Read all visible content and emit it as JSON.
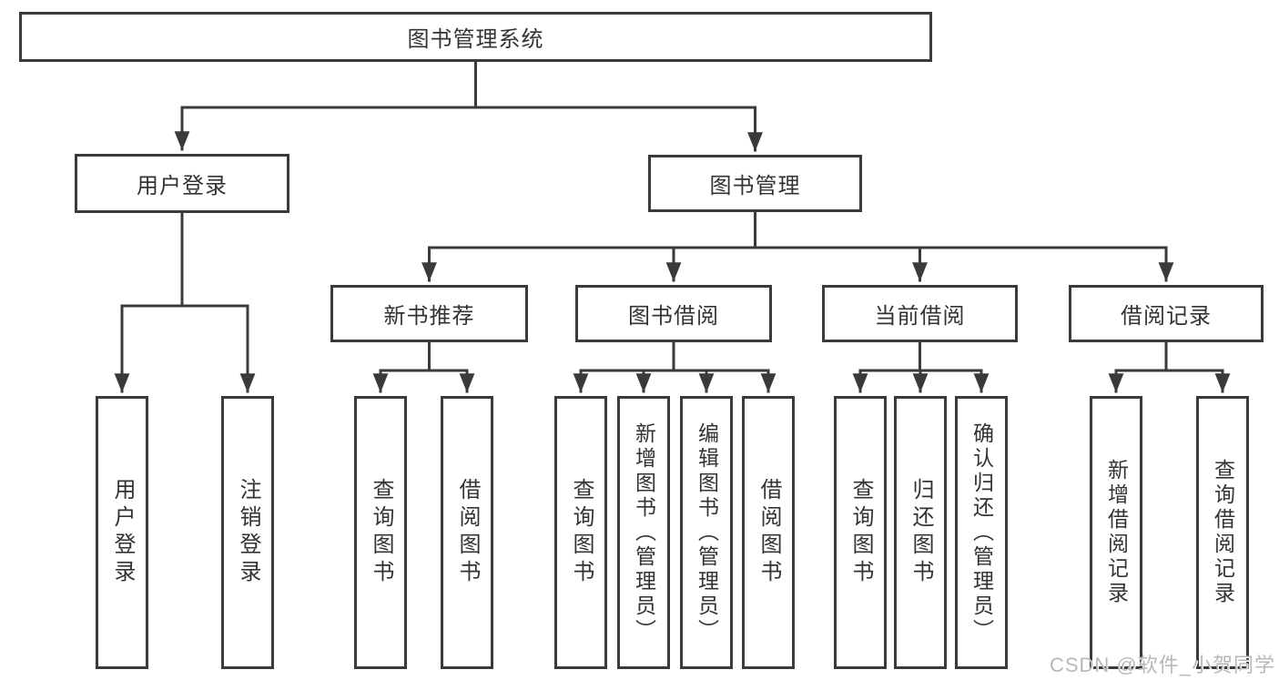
{
  "colors": {
    "line": "#3a3a3a",
    "text": "#333333",
    "watermark": "#b8b8b8",
    "background": "#ffffff"
  },
  "watermark": {
    "text": "CSDN @软件_小贺同学"
  },
  "tree": {
    "label": "图书管理系统",
    "children": [
      {
        "label": "用户登录",
        "children": [
          {
            "label": "用户登录"
          },
          {
            "label": "注销登录"
          }
        ]
      },
      {
        "label": "图书管理",
        "children": [
          {
            "label": "新书推荐",
            "children": [
              {
                "label": "查询图书"
              },
              {
                "label": "借阅图书"
              }
            ]
          },
          {
            "label": "图书借阅",
            "children": [
              {
                "label": "查询图书"
              },
              {
                "label": "新增图书（管理员）"
              },
              {
                "label": "编辑图书（管理员）"
              },
              {
                "label": "借阅图书"
              }
            ]
          },
          {
            "label": "当前借阅",
            "children": [
              {
                "label": "查询图书"
              },
              {
                "label": "归还图书"
              },
              {
                "label": "确认归还（管理员）"
              }
            ]
          },
          {
            "label": "借阅记录",
            "children": [
              {
                "label": "新增借阅记录"
              },
              {
                "label": "查询借阅记录"
              }
            ]
          }
        ]
      }
    ]
  }
}
